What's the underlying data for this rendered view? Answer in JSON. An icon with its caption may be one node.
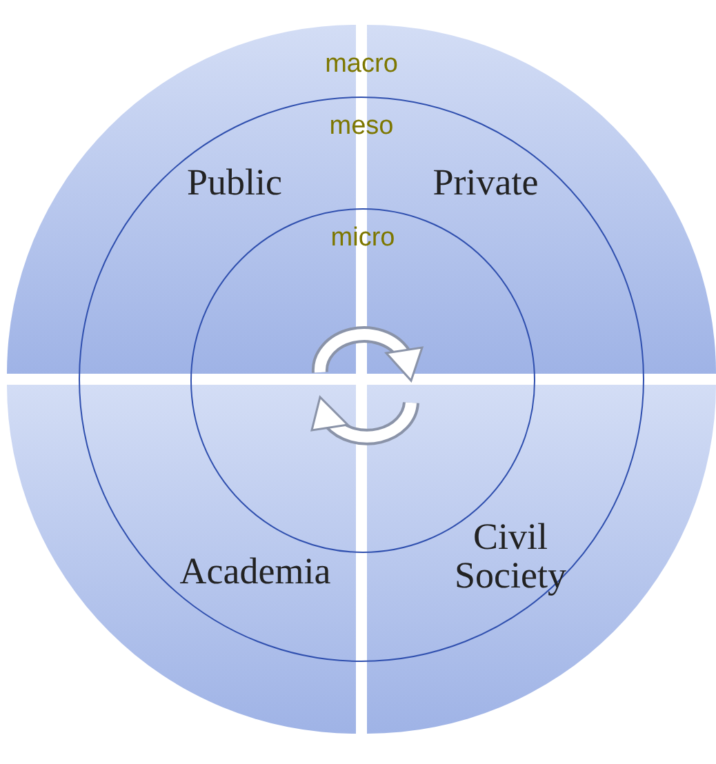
{
  "diagram": {
    "nodes": [
      {
        "text": [
          "macro"
        ]
      },
      {
        "text": [
          "meso"
        ],
        "in": 0
      },
      {
        "text": [
          "micro"
        ],
        "in": 1
      },
      {
        "text": [
          "Public"
        ]
      },
      {
        "text": [
          "Private"
        ]
      },
      {
        "text": [
          "Academia"
        ]
      },
      {
        "text": [
          "Civil Society"
        ]
      }
    ],
    "edges": []
  }
}
